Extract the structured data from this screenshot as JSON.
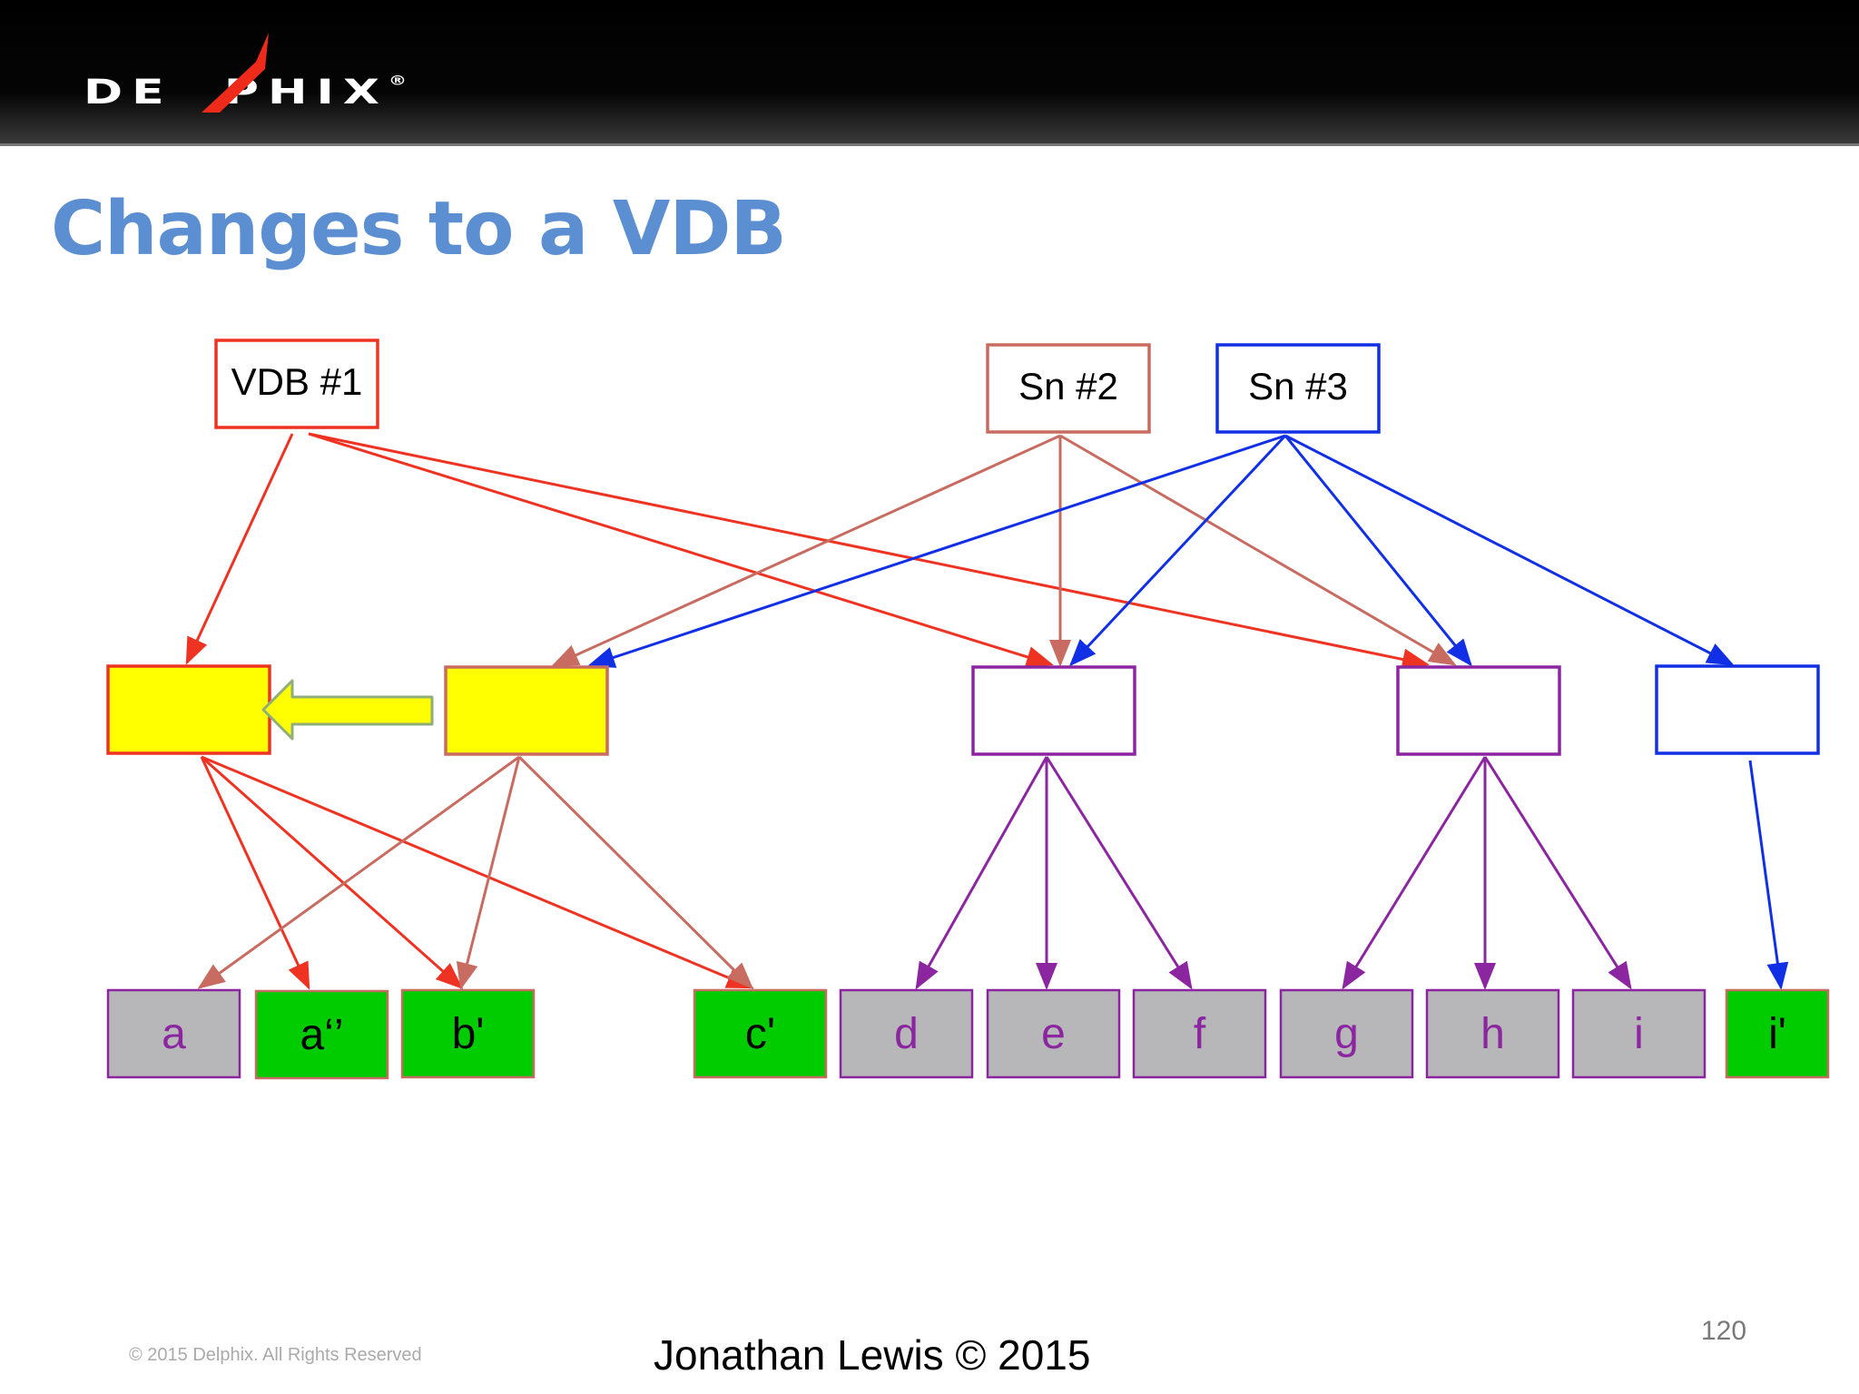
{
  "header": {
    "logo_text": "DE  PHIX",
    "logo_mark": "®"
  },
  "title": "Changes to a VDB",
  "colors": {
    "vdb_red": "#ee3322",
    "sn2_brown": "#c86b60",
    "sn3_blue": "#1130e6",
    "leaf_purple": "#8b25a0",
    "block_yellow": "#ffff00",
    "changed_green": "#00cc00",
    "unchanged_grey": "#b7b6b8",
    "title_blue": "#5b8fd1"
  },
  "roots": [
    {
      "id": "vdb1",
      "label": "VDB #1",
      "color": "#ee3322"
    },
    {
      "id": "sn2",
      "label": "Sn #2",
      "color": "#c86b60"
    },
    {
      "id": "sn3",
      "label": "Sn #3",
      "color": "#1130e6"
    }
  ],
  "middle_blocks": [
    {
      "id": "m1",
      "fill": "yellow",
      "border": "#ee3322"
    },
    {
      "id": "m2",
      "fill": "yellow",
      "border": "#c86b60"
    },
    {
      "id": "m3",
      "fill": "white",
      "border": "#8b25a0"
    },
    {
      "id": "m4",
      "fill": "white",
      "border": "#8b25a0"
    },
    {
      "id": "m5",
      "fill": "white",
      "border": "#1130e6"
    }
  ],
  "leaves": [
    {
      "id": "a",
      "label": "a",
      "changed": false
    },
    {
      "id": "a2",
      "label": "a‘’",
      "changed": true
    },
    {
      "id": "b2",
      "label": "b'",
      "changed": true
    },
    {
      "id": "c2",
      "label": "c'",
      "changed": true
    },
    {
      "id": "d",
      "label": "d",
      "changed": false
    },
    {
      "id": "e",
      "label": "e",
      "changed": false
    },
    {
      "id": "f",
      "label": "f",
      "changed": false
    },
    {
      "id": "g",
      "label": "g",
      "changed": false
    },
    {
      "id": "h",
      "label": "h",
      "changed": false
    },
    {
      "id": "i",
      "label": "i",
      "changed": false
    },
    {
      "id": "i2",
      "label": "i'",
      "changed": true
    }
  ],
  "edges": [
    {
      "from": "vdb1",
      "to": "m1",
      "color": "#ee3322"
    },
    {
      "from": "vdb1",
      "to": "m3",
      "color": "#ee3322"
    },
    {
      "from": "vdb1",
      "to": "m4",
      "color": "#ee3322"
    },
    {
      "from": "sn2",
      "to": "m2",
      "color": "#c86b60"
    },
    {
      "from": "sn2",
      "to": "m3",
      "color": "#c86b60"
    },
    {
      "from": "sn2",
      "to": "m4",
      "color": "#c86b60"
    },
    {
      "from": "sn3",
      "to": "m2",
      "color": "#1130e6"
    },
    {
      "from": "sn3",
      "to": "m3",
      "color": "#1130e6"
    },
    {
      "from": "sn3",
      "to": "m4",
      "color": "#1130e6"
    },
    {
      "from": "sn3",
      "to": "m5",
      "color": "#1130e6"
    },
    {
      "from": "m1",
      "to": "a2",
      "color": "#ee3322"
    },
    {
      "from": "m1",
      "to": "b2",
      "color": "#ee3322"
    },
    {
      "from": "m1",
      "to": "c2",
      "color": "#ee3322"
    },
    {
      "from": "m2",
      "to": "a",
      "color": "#c86b60"
    },
    {
      "from": "m2",
      "to": "b2",
      "color": "#c86b60"
    },
    {
      "from": "m2",
      "to": "c2",
      "color": "#c86b60"
    },
    {
      "from": "m3",
      "to": "d",
      "color": "#8b25a0"
    },
    {
      "from": "m3",
      "to": "e",
      "color": "#8b25a0"
    },
    {
      "from": "m3",
      "to": "f",
      "color": "#8b25a0"
    },
    {
      "from": "m4",
      "to": "g",
      "color": "#8b25a0"
    },
    {
      "from": "m4",
      "to": "h",
      "color": "#8b25a0"
    },
    {
      "from": "m4",
      "to": "i",
      "color": "#8b25a0"
    },
    {
      "from": "m5",
      "to": "i2",
      "color": "#1130e6"
    }
  ],
  "copy_arrow": {
    "from": "m2",
    "to": "m1",
    "icon": "yellow-block-arrow-left"
  },
  "footer": {
    "copyright": "© 2015 Delphix. All Rights Reserved",
    "author": "Jonathan Lewis  © 2015",
    "page_number": "120"
  }
}
